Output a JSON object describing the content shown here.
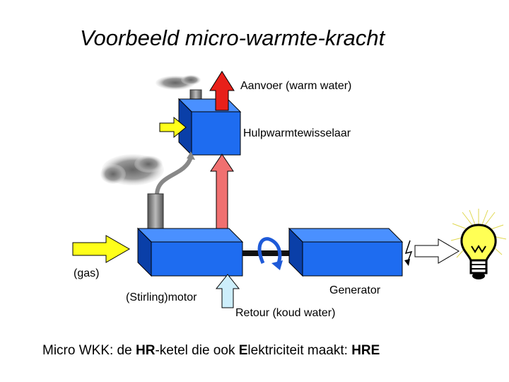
{
  "title": "Voorbeeld micro-warmte-kracht",
  "labels": {
    "supply": "Aanvoer (warm water)",
    "heat_exchanger": "Hulpwarmtewisselaar",
    "gas": "(gas)",
    "motor": "(Stirling)motor",
    "generator": "Generator",
    "return": "Retour (koud water)"
  },
  "caption": {
    "part1": "Micro WKK: de ",
    "hr": "HR",
    "part2": "-ketel die ook ",
    "e": "E",
    "part3": "lektriciteit maakt: ",
    "hre": "HRE"
  },
  "colors": {
    "box_front": "#1e6cf0",
    "box_top": "#4a90ff",
    "box_side": "#0a3fa8",
    "supply_arrow": "#e8201a",
    "riser_arrow": "#f07070",
    "return_arrow": "#cdeefb",
    "gas_arrow": "#ffff1a",
    "bulb": "#ffff55"
  },
  "icons": [
    "smoke-icon",
    "lightning-icon",
    "light-bulb-icon",
    "rotation-arrow-icon"
  ]
}
